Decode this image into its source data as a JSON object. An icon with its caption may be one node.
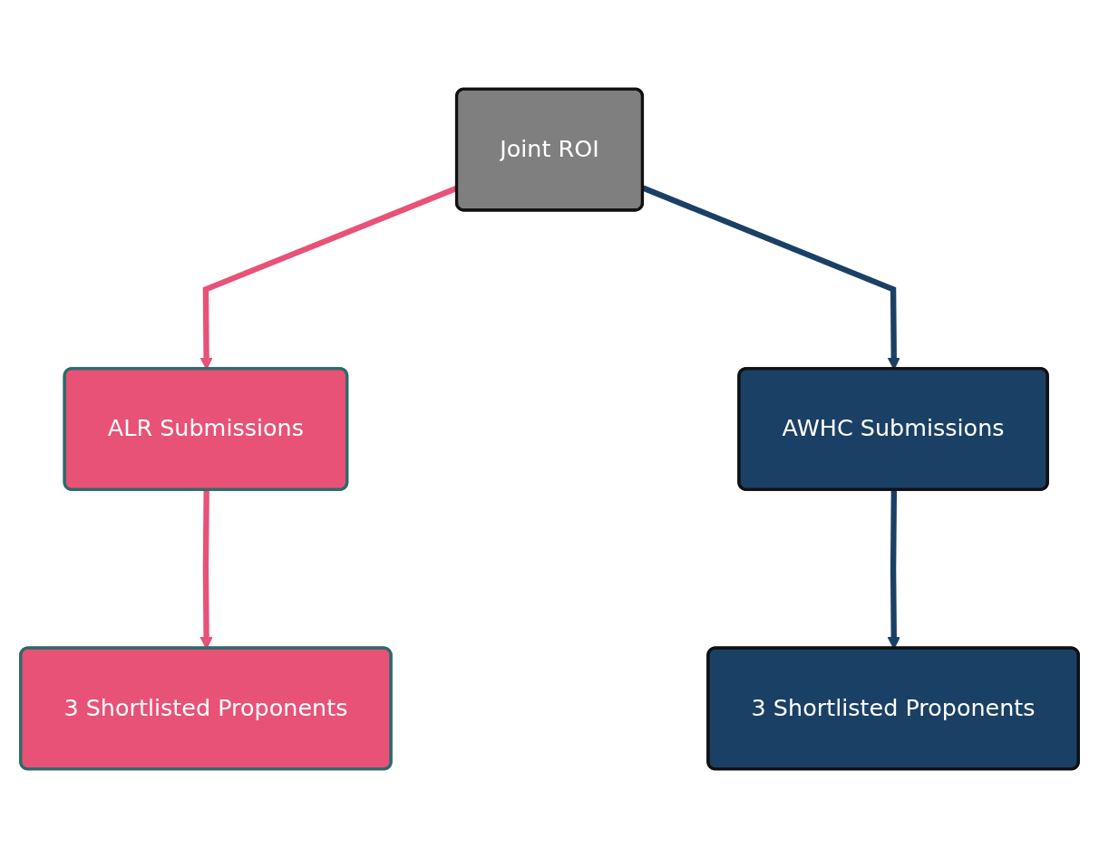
{
  "diagram": {
    "nodes": [
      {
        "text": [
          "Joint ROI"
        ]
      },
      {
        "text": [
          "ALR Submissions"
        ]
      },
      {
        "text": [
          "AWHC Submissions"
        ]
      },
      {
        "text": [
          "3 Shortlisted Proponents"
        ]
      },
      {
        "text": [
          "3 Shortlisted Proponents"
        ]
      }
    ],
    "edges": [
      {
        "from": 0,
        "to": 1,
        "arrow": "to",
        "color": "#e85277"
      },
      {
        "from": 0,
        "to": 2,
        "arrow": "to",
        "color": "#1b4066"
      },
      {
        "from": 1,
        "to": 3,
        "arrow": "to",
        "color": "#e85277"
      },
      {
        "from": 2,
        "to": 4,
        "arrow": "to",
        "color": "#1b4066"
      }
    ]
  }
}
